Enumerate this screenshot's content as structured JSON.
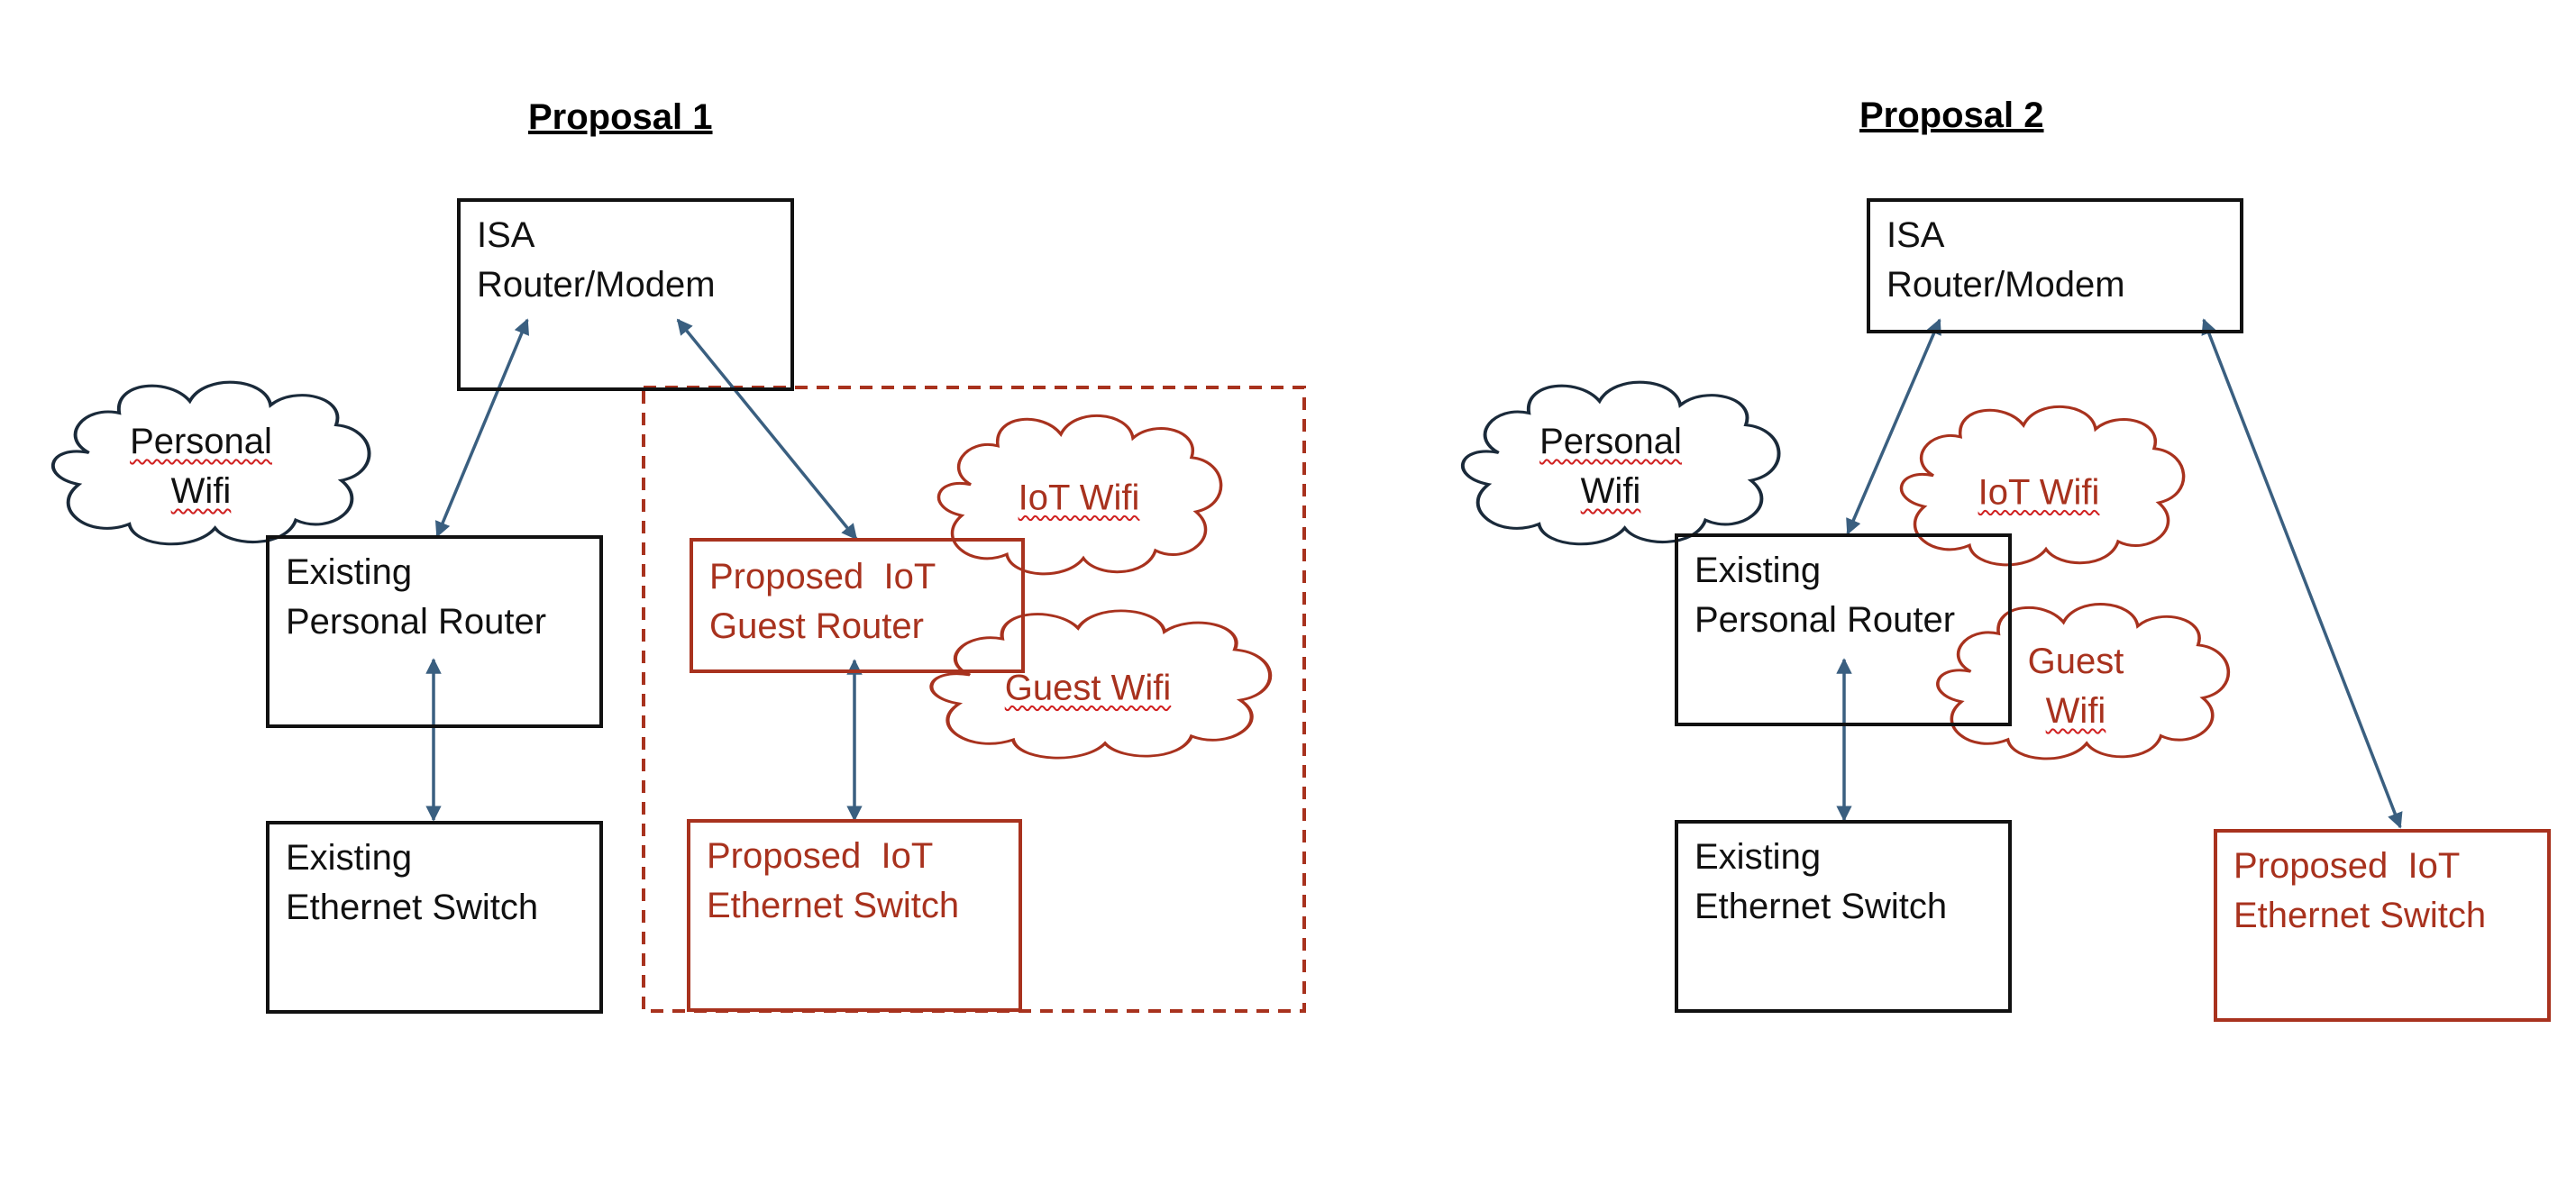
{
  "colors": {
    "existing": "#111111",
    "proposed": "#a8321e",
    "arrow": "#3a5f80"
  },
  "proposal1": {
    "title": "Proposal 1",
    "isa_router": [
      "ISA",
      "Router/Modem"
    ],
    "personal_wifi": [
      "Personal",
      "Wifi"
    ],
    "existing_router": [
      "Existing",
      "Personal Router"
    ],
    "existing_switch": [
      "Existing",
      "Ethernet Switch"
    ],
    "iot_guest_router": [
      "Proposed  IoT",
      "Guest Router"
    ],
    "iot_wifi": "IoT Wifi",
    "guest_wifi": "Guest Wifi",
    "iot_switch": [
      "Proposed  IoT",
      "Ethernet Switch"
    ]
  },
  "proposal2": {
    "title": "Proposal 2",
    "isa_router": [
      "ISA",
      "Router/Modem"
    ],
    "personal_wifi": [
      "Personal",
      "Wifi"
    ],
    "existing_router": [
      "Existing",
      "Personal Router"
    ],
    "existing_switch": [
      "Existing",
      "Ethernet Switch"
    ],
    "iot_wifi": "IoT Wifi",
    "guest_wifi": [
      "Guest",
      "Wifi"
    ],
    "iot_switch": [
      "Proposed  IoT",
      "Ethernet Switch"
    ]
  }
}
